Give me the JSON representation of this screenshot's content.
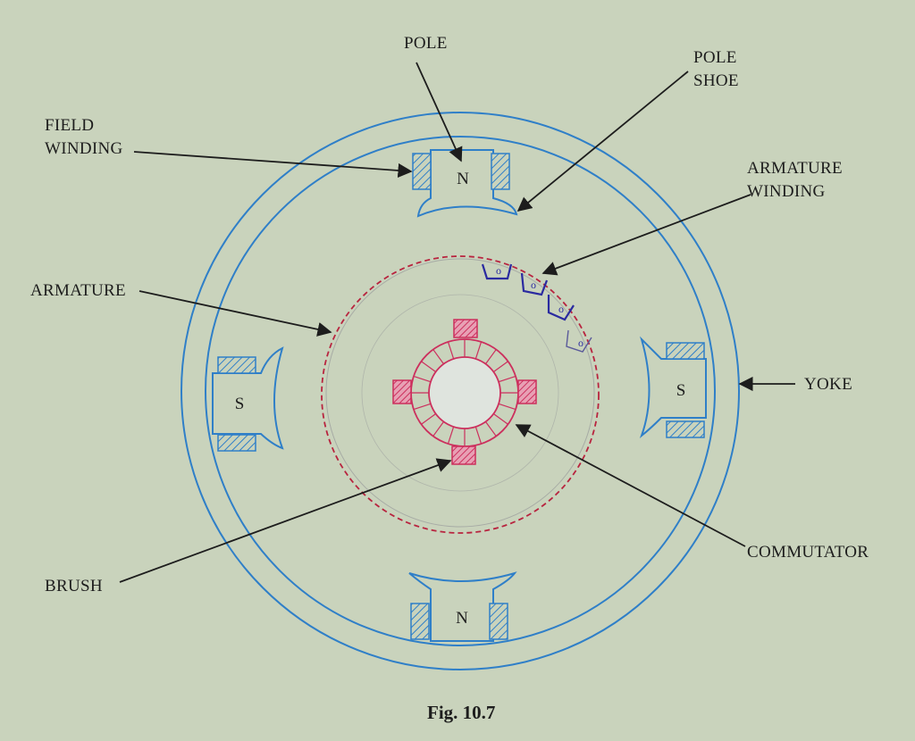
{
  "labels": {
    "pole": "POLE",
    "pole_shoe_1": "POLE",
    "pole_shoe_2": "SHOE",
    "field_winding_1": "FIELD",
    "field_winding_2": "WINDING",
    "armature_winding_1": "ARMATURE",
    "armature_winding_2": "WINDING",
    "armature": "ARMATURE",
    "yoke": "YOKE",
    "commutator": "COMMUTATOR",
    "brush": "BRUSH"
  },
  "poles": {
    "top": "N",
    "bottom": "N",
    "left": "S",
    "right": "S"
  },
  "slot_marks": [
    "o",
    "o",
    "o",
    "o"
  ],
  "caption": "Fig. 10.7",
  "colors": {
    "background": "#c9d3bc",
    "outline": "#2f7fc8",
    "hatch": "#2f7fc8",
    "commutator": "#cc2f5d",
    "armature_dashed": "#b8243f",
    "pencil_winding": "#2a2aa0",
    "text": "#1d1d1d"
  }
}
